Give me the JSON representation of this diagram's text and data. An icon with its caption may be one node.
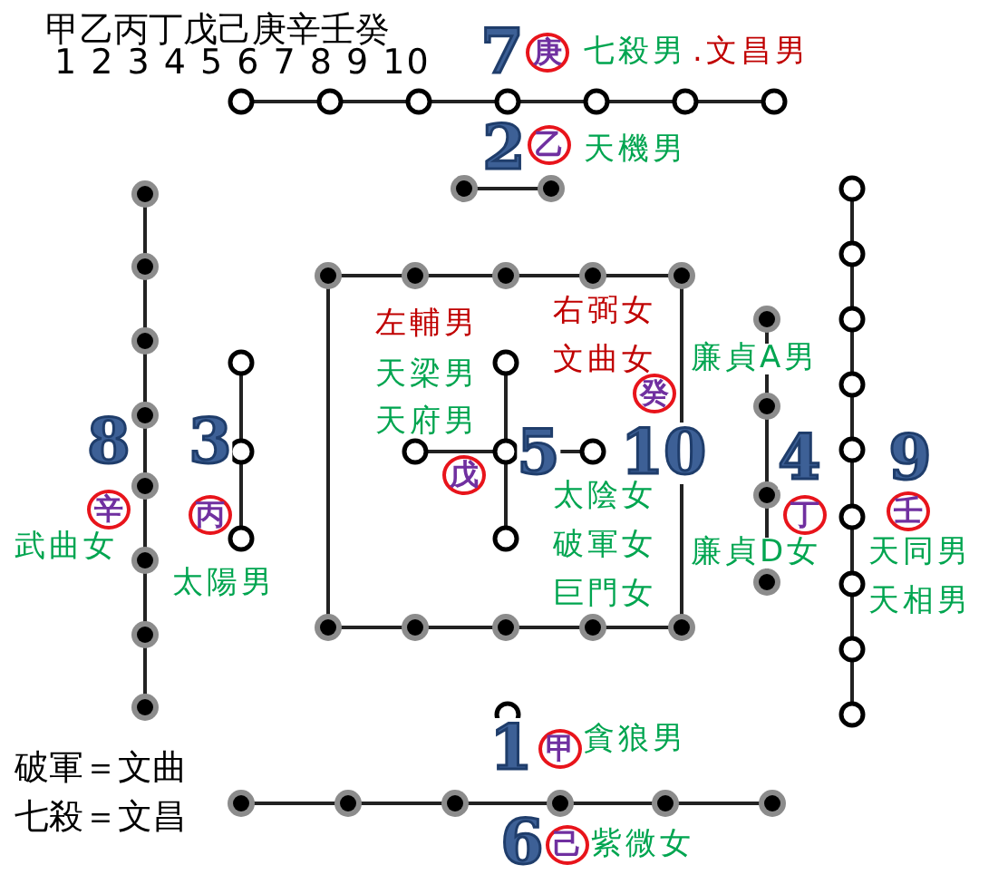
{
  "diagram": {
    "nodes": [
      {
        "text": [
          "庚"
        ],
        "beside": [
          "7",
          "七殺男",
          ".文昌男"
        ]
      },
      {
        "text": [
          "乙"
        ],
        "beside": [
          "2",
          "天機男"
        ]
      },
      {
        "text": [
          "辛"
        ],
        "beside": [
          "8",
          "武曲女"
        ]
      },
      {
        "text": [
          "丙"
        ],
        "beside": [
          "3",
          "太陽男"
        ]
      },
      {
        "text": [
          "戊"
        ],
        "beside": [
          "5",
          "左輔男",
          "天梁男",
          "天府男"
        ]
      },
      {
        "text": [
          "癸"
        ],
        "beside": [
          "10",
          "右弼女",
          "文曲女",
          "太陰女",
          "破軍女",
          "巨門女"
        ]
      },
      {
        "text": [
          "丁"
        ],
        "beside": [
          "4",
          "廉貞D女"
        ]
      },
      {
        "text": [
          "壬"
        ],
        "beside": [
          "9",
          "天同男",
          "天相男"
        ]
      },
      {
        "text": [
          "甲"
        ],
        "beside": [
          "1",
          "貪狼男"
        ]
      },
      {
        "text": [
          "己"
        ],
        "beside": [
          "6",
          "紫微女"
        ]
      }
    ],
    "labels": [
      "甲乙丙丁戊己庚辛壬癸",
      "1 2 3 4 5 6 7 8 9 10",
      "廉貞A男",
      "破軍＝文曲",
      "七殺＝文昌"
    ]
  }
}
